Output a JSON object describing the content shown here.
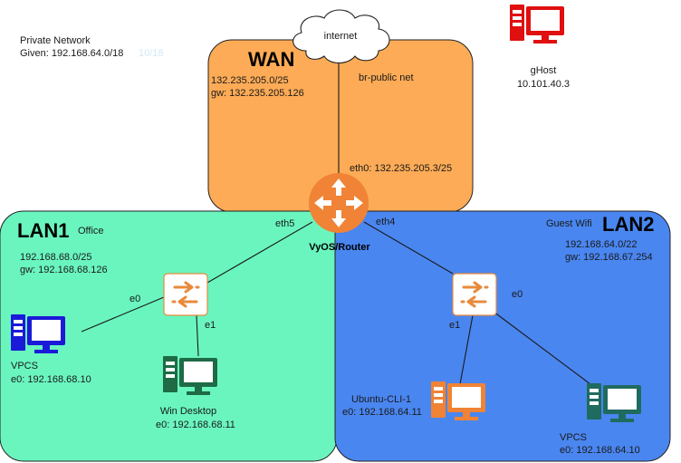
{
  "header": {
    "line1": "Private Network",
    "line2": "Given: 192.168.64.0/18",
    "faint_suffix": "10/18"
  },
  "wan": {
    "title": "WAN",
    "subnet": "132.235.205.0/25",
    "gateway": "gw: 132.235.205.126",
    "bridge": "br-public net",
    "eth0": "eth0: 132.235.205.3/25",
    "color": "#fdab56"
  },
  "internet": {
    "label": "internet"
  },
  "ghost": {
    "name": "gHost",
    "ip": "10.101.40.3",
    "color": "#e01010"
  },
  "router": {
    "name": "VyOS/Router",
    "color": "#f08335"
  },
  "lan1": {
    "title": "LAN1",
    "subtitle": "Office",
    "subnet": "192.168.68.0/25",
    "gateway": "gw: 192.168.68.126",
    "uplink": "eth5",
    "switch_e0": "e0",
    "switch_e1": "e1",
    "vpcs_name": "VPCS",
    "vpcs_ip": "e0: 192.168.68.10",
    "desktop_name": "Win Desktop",
    "desktop_ip": "e0: 192.168.68.11",
    "color": "#6af5bf"
  },
  "lan2": {
    "title": "LAN2",
    "subtitle": "Guest Wifi",
    "subnet": "192.168.64.0/22",
    "gateway": "gw: 192.168.67.254",
    "uplink": "eth4",
    "switch_e0": "e0",
    "switch_e1": "e1",
    "ubuntu_name": "Ubuntu-CLI-1",
    "ubuntu_ip": "e0: 192.168.64.11",
    "vpcs_name": "VPCS",
    "vpcs_ip": "e0: 192.168.64.10",
    "color": "#4a86f0"
  },
  "icons": {
    "router": "router-icon",
    "switch": "switch-icon",
    "pc": "pc-icon",
    "cloud": "cloud-icon"
  }
}
